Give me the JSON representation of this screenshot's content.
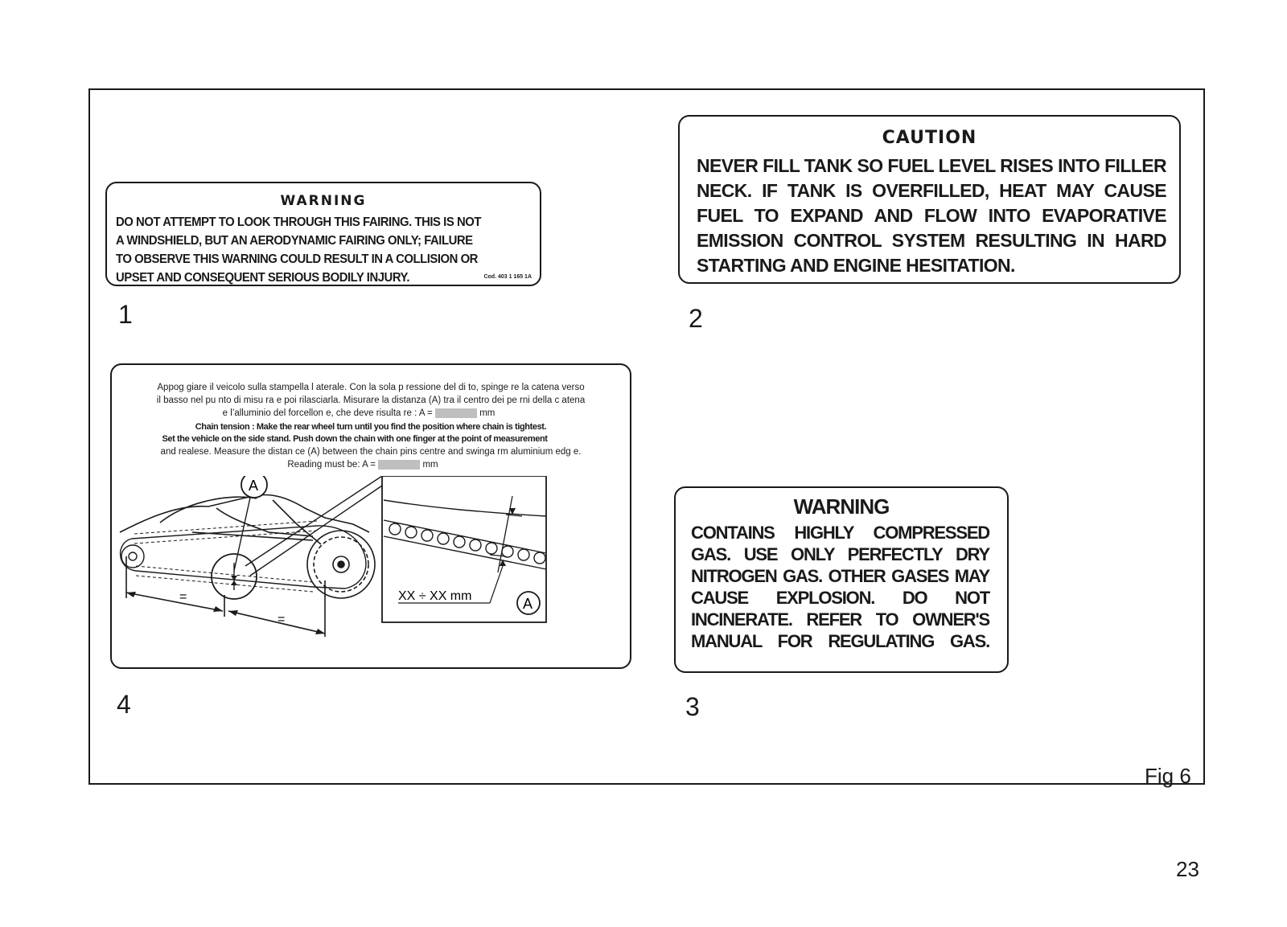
{
  "label1": {
    "heading": "WARNING",
    "lines": [
      "DO NOT ATTEMPT TO LOOK THROUGH THIS FAIRING. THIS IS NOT",
      "A WINDSHIELD, BUT AN AERODYNAMIC FAIRING ONLY; FAILURE",
      "TO OBSERVE THIS WARNING COULD RESULT IN A COLLISION OR",
      "UPSET AND CONSEQUENT SERIOUS BODILY INJURY."
    ],
    "code": "Cod. 403 1 165 1A",
    "number": "1"
  },
  "label2": {
    "heading": "CAUTION",
    "lines": [
      "NEVER FILL TANK SO FUEL LEVEL RISES INTO FILLER",
      "NECK. IF TANK IS OVERFILLED, HEAT MAY CAUSE",
      "FUEL TO EXPAND AND FLOW INTO EVAPORATIVE",
      "EMISSION CONTROL SYSTEM RESULTING IN HARD",
      "STARTING AND ENGINE HESITATION."
    ],
    "number": "2"
  },
  "label3": {
    "heading": "WARNING",
    "lines": [
      "CONTAINS HIGHLY COMPRESSED",
      "GAS. USE ONLY PERFECTLY DRY",
      "NITROGEN GAS. OTHER GASES MAY",
      "CAUSE EXPLOSION. DO NOT",
      "INCINERATE. REFER TO OWNER'S",
      "MANUAL FOR REGULATING GAS."
    ],
    "number": "3"
  },
  "label4": {
    "it_line1": "Appog giare il veicolo sulla  stampella l  aterale. Con la sola p ressione del di to, spinge re la catena verso",
    "it_line2": "il basso nel pu nto di misu ra e poi rilasciarla. Misurare la distanza  (A) tra il centro dei pe rni della c atena",
    "it_line3": "e  l’alluminio del   forcellon e, che deve risulta re : A =",
    "it_line3_unit": "mm",
    "en_line1": "Chain tension : Make the rear wheel turn until you find the position where chain is tightest.",
    "en_line2": "Set the vehicle on the side stand. Push down the chain with one finger at the point of measurement",
    "en_line3": "and realese. Measure the distan ce (A) between the chain pins   centre and swinga rm aluminium edg   e.",
    "en_line4": "Reading must be: A =",
    "en_line4_unit": "mm",
    "callout_a": "A",
    "equal_sign": "=",
    "measure": "XX ÷ XX mm",
    "number": "4"
  },
  "fig_label": "Fig 6",
  "page_number": "23"
}
